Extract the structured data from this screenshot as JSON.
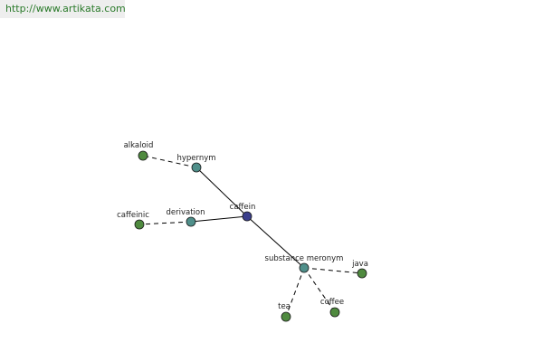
{
  "header": {
    "url_text": "http://www.artikata.com"
  },
  "colors": {
    "center": "#3b3f8c",
    "relation": "#4f8f8a",
    "leaf": "#4f8a3f",
    "edge": "#000000",
    "banner_text": "#2a7a2a",
    "banner_bg": "#eeeeee"
  },
  "graph": {
    "nodes": {
      "caffein": {
        "label": "caffein",
        "kind": "center"
      },
      "hypernym": {
        "label": "hypernym",
        "kind": "relation"
      },
      "derivation": {
        "label": "derivation",
        "kind": "relation"
      },
      "substance_meronym": {
        "label": "substance meronym",
        "kind": "relation"
      },
      "alkaloid": {
        "label": "alkaloid",
        "kind": "leaf"
      },
      "caffeinic": {
        "label": "caffeinic",
        "kind": "leaf"
      },
      "java": {
        "label": "java",
        "kind": "leaf"
      },
      "tea": {
        "label": "tea",
        "kind": "leaf"
      },
      "coffee": {
        "label": "coffee",
        "kind": "leaf"
      }
    },
    "edges": [
      {
        "from": "caffein",
        "to": "hypernym",
        "style": "solid"
      },
      {
        "from": "caffein",
        "to": "derivation",
        "style": "solid"
      },
      {
        "from": "caffein",
        "to": "substance_meronym",
        "style": "solid"
      },
      {
        "from": "hypernym",
        "to": "alkaloid",
        "style": "dashed"
      },
      {
        "from": "derivation",
        "to": "caffeinic",
        "style": "dashed"
      },
      {
        "from": "substance_meronym",
        "to": "java",
        "style": "dashed"
      },
      {
        "from": "substance_meronym",
        "to": "tea",
        "style": "dashed"
      },
      {
        "from": "substance_meronym",
        "to": "coffee",
        "style": "dashed"
      }
    ]
  }
}
